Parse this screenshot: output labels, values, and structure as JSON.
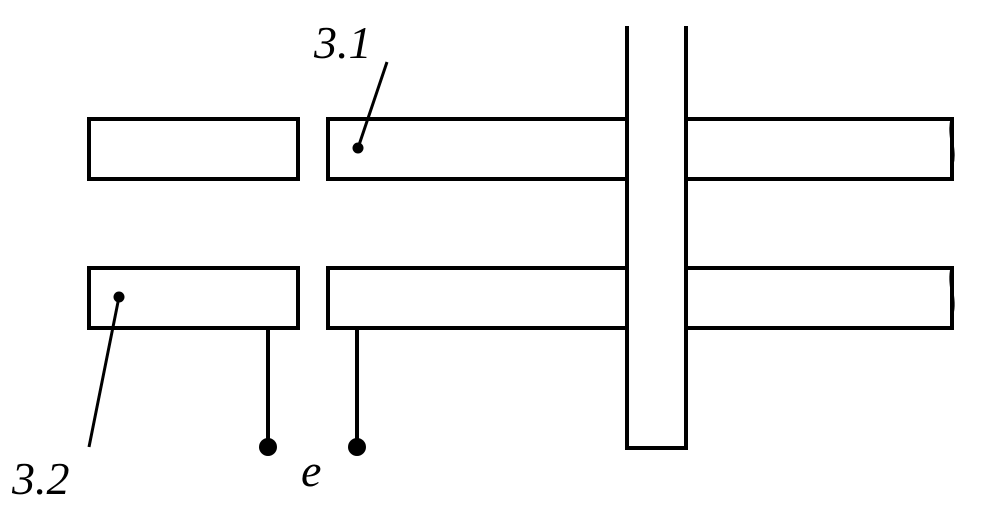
{
  "labels": {
    "upper_strip": "3.1",
    "lower_strip": "3.2",
    "terminals": "e"
  },
  "colors": {
    "line": "#000000",
    "background": "#ffffff"
  }
}
